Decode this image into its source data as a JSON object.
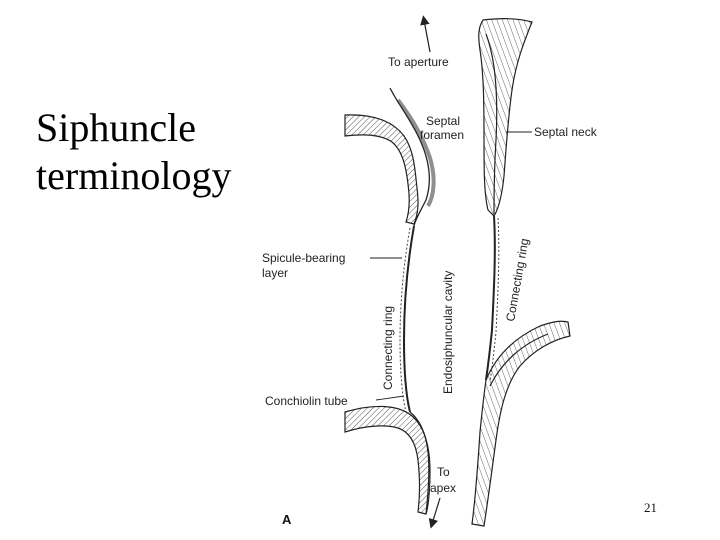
{
  "slide": {
    "title_line1": "Siphuncle",
    "title_line2": "terminology",
    "page_number": "21"
  },
  "figure": {
    "panel_label": "A",
    "labels": {
      "to_aperture": "To aperture",
      "septal_foramen_1": "Septal",
      "septal_foramen_2": "foramen",
      "septal_neck": "Septal neck",
      "spicule_1": "Spicule-bearing",
      "spicule_2": "layer",
      "connecting_ring_left": "Connecting ring",
      "connecting_ring_right": "Connecting ring",
      "endosiphuncular_cavity": "Endosiphuncular cavity",
      "conchiolin_tube": "Conchiolin tube",
      "to_apex_1": "To",
      "to_apex_2": "apex"
    }
  }
}
